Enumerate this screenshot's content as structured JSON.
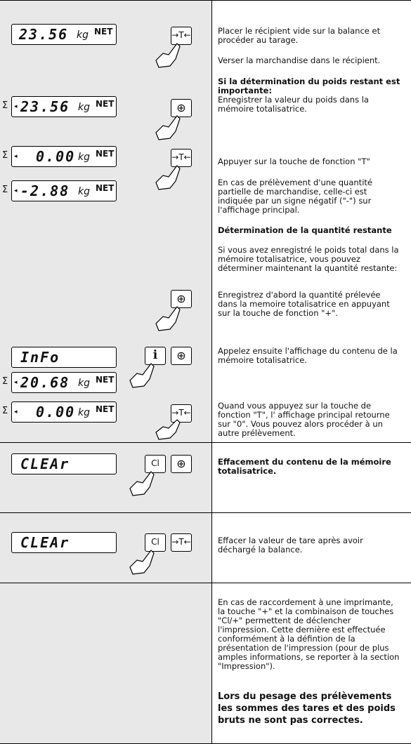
{
  "displays": {
    "d1": {
      "digits": "23.56",
      "unit": "kg",
      "net": "NET"
    },
    "d2": {
      "digits": "23.56",
      "unit": "kg",
      "net": "NET"
    },
    "d3": {
      "digits": "0.00",
      "unit": "kg",
      "net": "NET"
    },
    "d4": {
      "digits": "-2.88",
      "unit": "kg",
      "net": "NET"
    },
    "d5": {
      "digits": "InFo"
    },
    "d6": {
      "digits": "20.68",
      "unit": "kg",
      "net": "NET"
    },
    "d7": {
      "digits": "0.00",
      "unit": "kg",
      "net": "NET"
    },
    "d8": {
      "digits": "CLEAr"
    },
    "d9": {
      "digits": "CLEAr"
    }
  },
  "symbols": {
    "sigma": "Σ",
    "arrow": "◂"
  },
  "keys": {
    "tare": "→T←",
    "plus": "⊕",
    "info": "i",
    "clear": "Cl"
  },
  "texts": {
    "t1": "Placer le récipient vide sur la balance et procéder au tarage.",
    "t2": "Verser la marchandise dans le récipient.",
    "t3_bold": "Si la détermination du poids restant est importante:",
    "t3": "Enregistrer la valeur du poids dans la mémoire totalisatrice.",
    "t4": "Appuyer sur la touche de fonction \"T\"",
    "t5": "En cas de prélèvement d'une quantité partielle de marchandise, celle-ci est indiquée par un signe négatif (\"-\") sur l'affichage principal.",
    "t6_bold": "Détermination de la quantité restante",
    "t7": "Si vous avez enregistré le poids total dans la mémoire totalisatrice, vous pouvez déterminer maintenant la quantité restante:",
    "t8": "Enregistrez d'abord la quantité prélevée dans la memoire totalisatrice en appuyant sur la touche de fonction \"+\".",
    "t9": "Appelez ensuite l'affichage du contenu de la mémoire totalisatrice.",
    "t10": "Quand vous appuyez sur la touche de fonction \"T\", l' affichage principal retourne sur \"0\". Vous pouvez alors procéder à un autre prélèvement.",
    "t11_bold": "Effacement du contenu de la mémoire totalisatrice.",
    "t12": "Effacer la valeur de tare après avoir déchargé la balance.",
    "t13": "En cas de raccordement à une imprimante, la touche \"+\" et la combinaison de touches \"Cl/+\" permettent de déclencher l'impression. Cette dernière est effectuée conformément à la défintion de la présentation de l'impression (pour de plus amples informations, se reporter à la section \"Impression\").",
    "t14_bold": "Lors du pesage des prélèvements les sommes des tares et des poids bruts ne sont pas correctes."
  }
}
